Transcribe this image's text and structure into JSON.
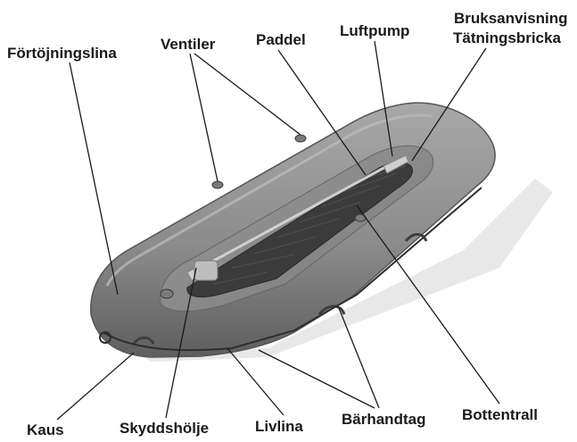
{
  "labels": {
    "fortojningslina": "Förtöjningslina",
    "ventiler": "Ventiler",
    "paddel": "Paddel",
    "luftpump": "Luftpump",
    "bruksanvisning": "Bruksanvisning",
    "tatningsbricka": "Tätningsbricka",
    "kaus": "Kaus",
    "skyddsholje": "Skyddshölje",
    "livlina": "Livlina",
    "barhandtag": "Bärhandtag",
    "bottentrall": "Bottentrall"
  },
  "colors": {
    "boat": "#8f8f8f",
    "boat_shadow": "#6a6a6a",
    "floor": "#3a3a3a",
    "leader": "#1a1a1a",
    "text": "#1a1a1a"
  }
}
